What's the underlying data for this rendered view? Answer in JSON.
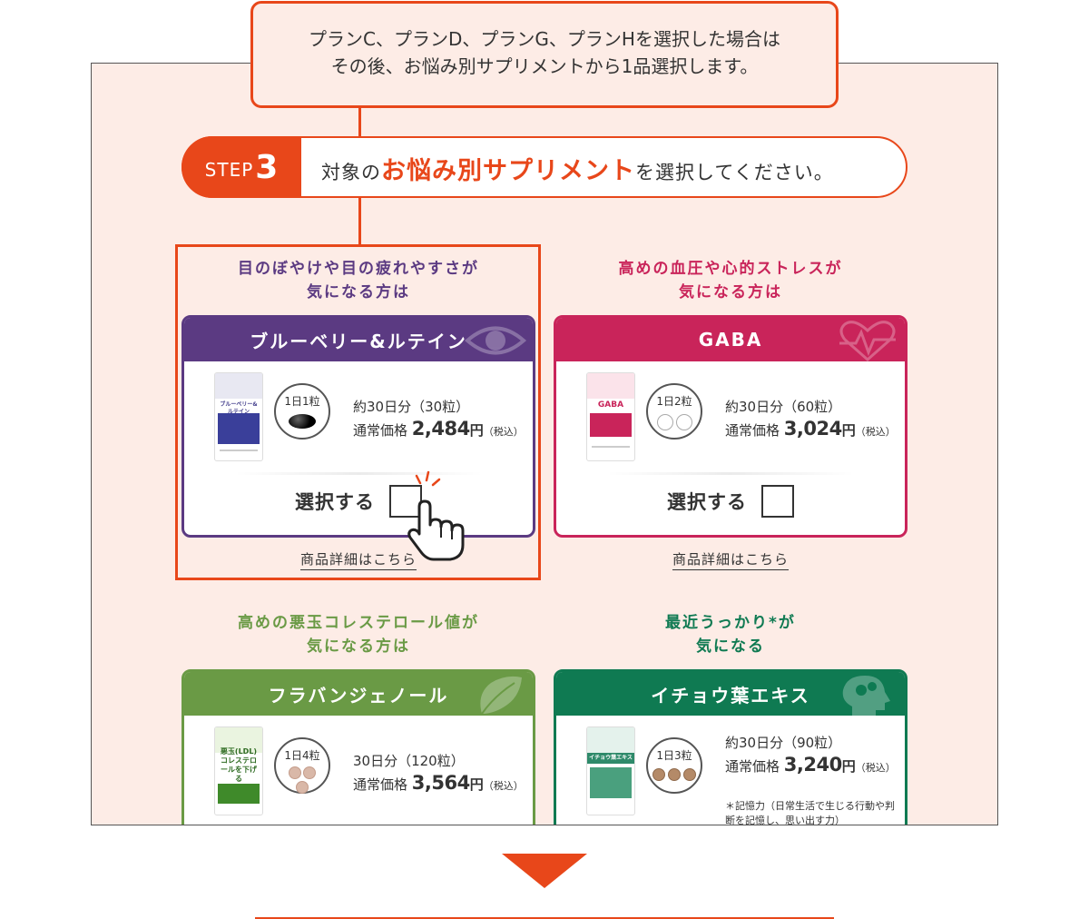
{
  "callout": {
    "line1": "プランC、プランD、プランG、プランHを選択した場合は",
    "line2": "その後、お悩み別サプリメントから1品選択します。"
  },
  "step": {
    "word": "STEP",
    "number": "3",
    "text_before": "対象の",
    "text_highlight": "お悩み別サプリメント",
    "text_after": "を選択してください。"
  },
  "products": [
    {
      "concern_line1": "目のぼやけや目の疲れやすさが",
      "concern_line2": "気になる方は",
      "name": "ブルーベリー&ルテイン",
      "package_title": "ブルーベリー&ルテイン",
      "dose": "1日1粒",
      "duration": "約30日分（30粒）",
      "price_label": "通常価格",
      "price": "2,484",
      "yen": "円",
      "tax": "（税込）",
      "select_label": "選択する",
      "detail_link": "商品詳細はこちら",
      "color": "#5b3a82",
      "concern_color": "#5b3a82",
      "icon": "eye-icon",
      "selected": true
    },
    {
      "concern_line1": "高めの血圧や心的ストレスが",
      "concern_line2": "気になる方は",
      "name": "GABA",
      "package_title": "GABA",
      "dose": "1日2粒",
      "duration": "約30日分（60粒）",
      "price_label": "通常価格",
      "price": "3,024",
      "yen": "円",
      "tax": "（税込）",
      "select_label": "選択する",
      "detail_link": "商品詳細はこちら",
      "color": "#c9245a",
      "concern_color": "#c9245a",
      "icon": "heart-pulse-icon",
      "selected": false
    },
    {
      "concern_line1": "高めの悪玉コレステロール値が",
      "concern_line2": "気になる方は",
      "name": "フラバンジェノール",
      "package_title": "悪玉(LDL)コレステロールを下げる",
      "dose": "1日4粒",
      "duration": "30日分（120粒）",
      "price_label": "通常価格",
      "price": "3,564",
      "yen": "円",
      "tax": "（税込）",
      "color": "#6a9a45",
      "concern_color": "#6a9a45",
      "icon": "leaf-icon"
    },
    {
      "concern_line1": "最近うっかり*が",
      "concern_line2": "気になる",
      "name": "イチョウ葉エキス",
      "package_title": "イチョウ葉エキス",
      "dose": "1日3粒",
      "duration": "約30日分（90粒）",
      "price_label": "通常価格",
      "price": "3,240",
      "yen": "円",
      "tax": "（税込）",
      "note": "＊記憶力（日常生活で生じる行動や判断を記憶し、思い出す力）",
      "color": "#0f7a52",
      "concern_color": "#0f7a52",
      "icon": "brain-head-icon"
    }
  ]
}
